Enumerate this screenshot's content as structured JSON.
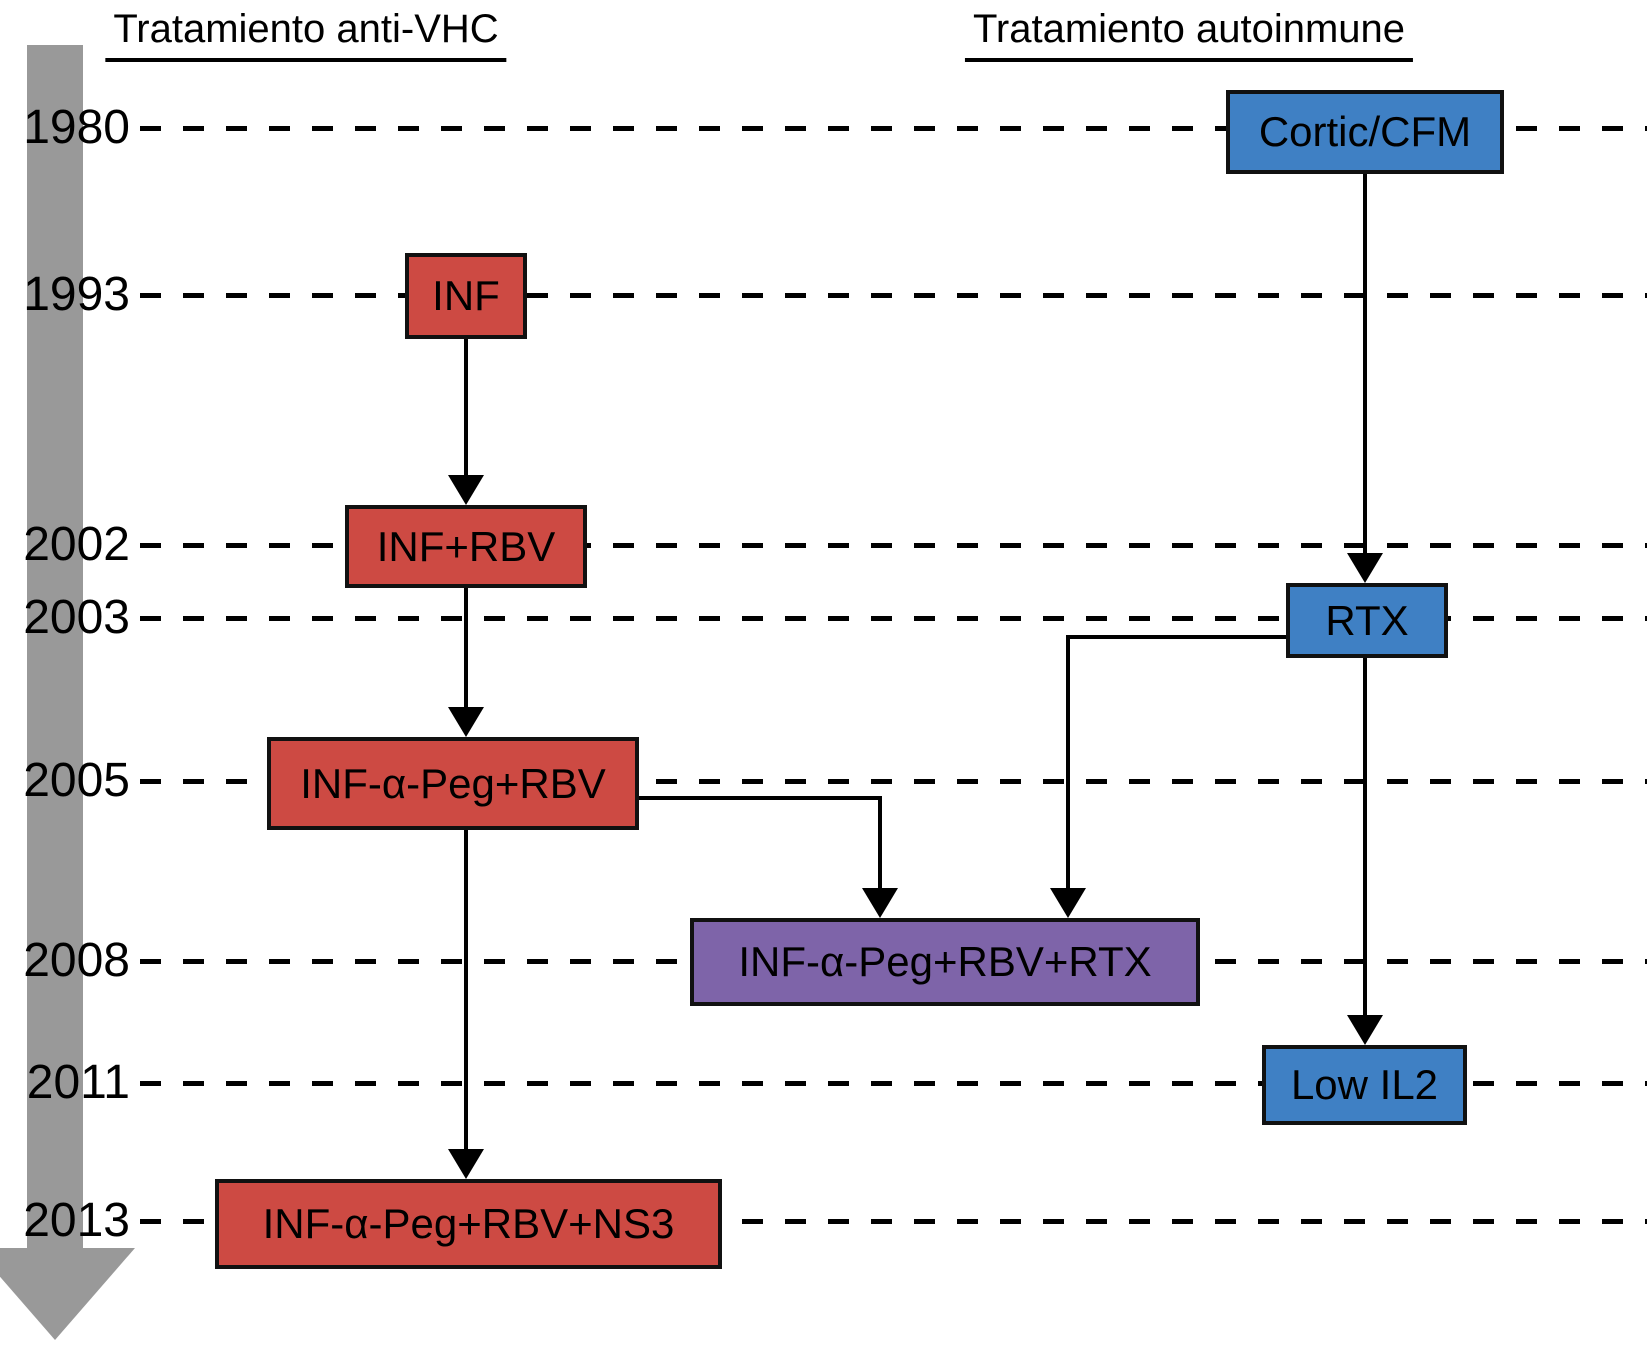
{
  "figure": {
    "type": "timeline-diagram",
    "language": "es"
  },
  "columns": [
    {
      "id": "anti-vhc",
      "title": "Tratamiento anti-VHC"
    },
    {
      "id": "autoinmune",
      "title": "Tratamiento autoinmune"
    }
  ],
  "timeline": {
    "years": [
      "1980",
      "1993",
      "2002",
      "2003",
      "2005",
      "2008",
      "2011",
      "2013"
    ]
  },
  "nodes": {
    "inf": {
      "label": "INF",
      "year": "1993",
      "group": "anti-vhc"
    },
    "inf_rbv": {
      "label": "INF+RBV",
      "year": "2002",
      "group": "anti-vhc"
    },
    "inf_a_peg_rbv": {
      "label": "INF-α-Peg+RBV",
      "year": "2005",
      "group": "anti-vhc"
    },
    "inf_a_peg_rbv_ns3": {
      "label": "INF-α-Peg+RBV+NS3",
      "year": "2013",
      "group": "anti-vhc"
    },
    "cortic_cfm": {
      "label": "Cortic/CFM",
      "year": "1980",
      "group": "autoinmune"
    },
    "rtx": {
      "label": "RTX",
      "year": "2003",
      "group": "autoinmune"
    },
    "low_il2": {
      "label": "Low IL2",
      "year": "2011",
      "group": "autoinmune"
    },
    "inf_a_peg_rbv_rtx": {
      "label": "INF-α-Peg+RBV+RTX",
      "year": "2008",
      "group": "combined"
    }
  },
  "edges": [
    {
      "from": "inf",
      "to": "inf_rbv"
    },
    {
      "from": "inf_rbv",
      "to": "inf_a_peg_rbv"
    },
    {
      "from": "inf_a_peg_rbv",
      "to": "inf_a_peg_rbv_ns3"
    },
    {
      "from": "inf_a_peg_rbv",
      "to": "inf_a_peg_rbv_rtx"
    },
    {
      "from": "cortic_cfm",
      "to": "rtx"
    },
    {
      "from": "rtx",
      "to": "inf_a_peg_rbv_rtx"
    },
    {
      "from": "rtx",
      "to": "low_il2"
    }
  ],
  "colors": {
    "anti_vhc_box": "#CD4A43",
    "autoinmune_box": "#3F80C4",
    "combined_box": "#7E64A9",
    "timeline_arrow": "#999999",
    "line": "#000000",
    "background": "#FFFFFF"
  }
}
